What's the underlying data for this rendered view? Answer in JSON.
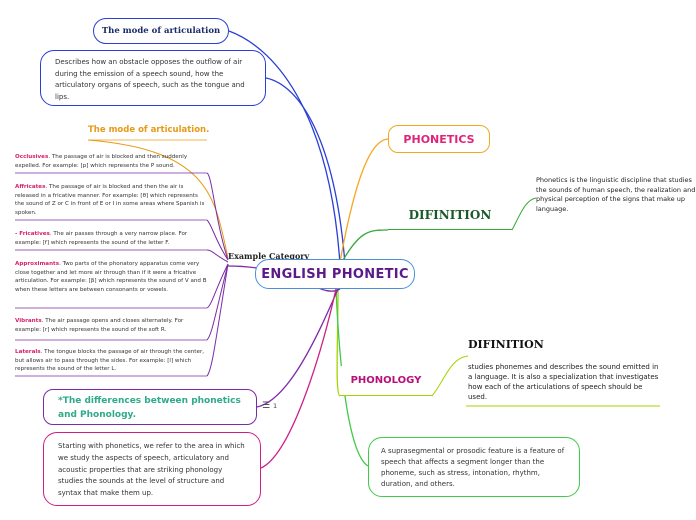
{
  "center": {
    "title": "ENGLISH PHONETIC"
  },
  "articulation": {
    "title": "The mode of articulation",
    "description": "Describes how an obstacle opposes the outflow of air during the emission of a speech sound, how the articulatory organs of speech, such as the tongue and lips."
  },
  "example_category": {
    "title": "Example Category"
  },
  "manner": {
    "title": "The mode of articulation.",
    "items": [
      {
        "head": "Occlusives",
        "text": ". The passage of air is blocked and then suddenly expelled. For example: [p] which represents the P sound."
      },
      {
        "head": "Affricates",
        "text": ". The passage of air is blocked and then the air is released in a fricative manner. For example: [θ] which represents the sound of Z or C in front of E or I in some areas where Spanish is spoken."
      },
      {
        "head": "- Fricatives",
        "text": ". The air passes through a very narrow place. For example: [f] which represents the sound of the letter F."
      },
      {
        "head": " Approximants",
        "text": ". Two parts of the phonatory apparatus come very close together and let more air through than if it were a fricative articulation. For example: [β] which represents the sound of V and B when these letters are between consonants or vowels."
      },
      {
        "head": "Vibrants",
        "text": ". The air passage opens and closes alternately. For example: [r] which represents the sound of the soft R."
      },
      {
        "head": "Laterals",
        "text": ". The tongue blocks the passage of air through the center, but allows air to pass through the sides. For example: [l] which represents the sound of the letter L."
      }
    ]
  },
  "phonetics": {
    "title": "PHONETICS",
    "definition_title": "DIFINITION",
    "definition_text": "Phonetics is the linguistic discipline that studies the sounds of human speech, the realization and physical perception of the signs that make up language."
  },
  "phonology": {
    "title": "PHONOLOGY",
    "definition_title": "DIFINITION",
    "definition_text": "studies phonemes and describes the sound emitted in a language. It is also a specialization that investigates how each of the articulations of speech should be used.",
    "suprasegmental": "A suprasegmental or prosodic feature is a feature of speech that affects a segment longer than the phoneme, such as stress, intonation, rhythm, duration, and others."
  },
  "differences": {
    "title": "*The differences between phonetics and Phonology.",
    "child_count": "1",
    "text": "Starting with phonetics, we refer to the area in which we study the aspects of speech, articulatory and acoustic properties that are striking phonology studies the sounds at the level of structure and syntax that make them up."
  },
  "colors": {
    "blue": "#2a3fd6",
    "orange": "#f4a81d",
    "green": "#39a83a",
    "lime": "#a4d300",
    "purple": "#7c2aa8",
    "magenta": "#ce1f88"
  }
}
